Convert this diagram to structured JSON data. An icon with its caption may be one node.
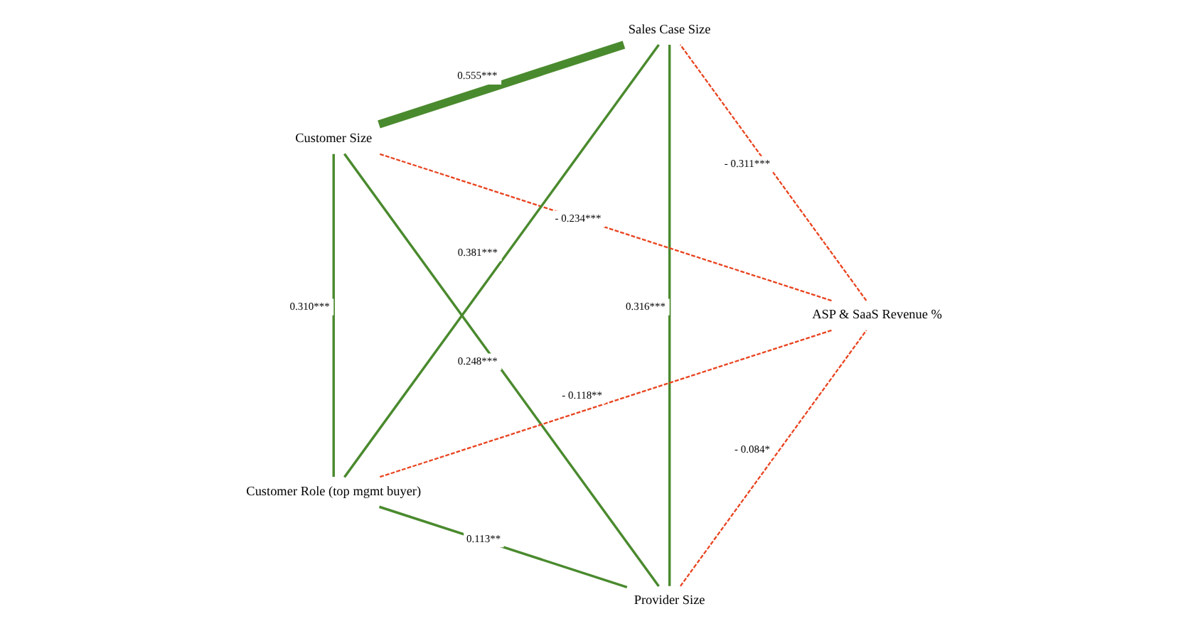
{
  "diagram": {
    "nodes": [
      {
        "text": [
          "Provider Size"
        ]
      },
      {
        "text": [
          "ASP & SaaS Revenue %"
        ]
      },
      {
        "text": [
          "Customer Size"
        ]
      },
      {
        "text": [
          "Sales Case Size"
        ]
      },
      {
        "text": [
          "Customer Role (top mgmt buyer)"
        ]
      }
    ],
    "edges": [
      {
        "from": 0,
        "to": 1,
        "arrow": "none",
        "label": "- 0.084*",
        "style": "dashed",
        "color": "#e8431f"
      },
      {
        "from": 1,
        "to": 2,
        "arrow": "none",
        "label": "- 0.234***",
        "style": "dashed",
        "color": "#e8431f"
      },
      {
        "from": 0,
        "to": 2,
        "arrow": "none",
        "label": "0.248***"
      },
      {
        "from": 0,
        "to": 4,
        "arrow": "none",
        "label": "0.113**"
      },
      {
        "from": 1,
        "to": 4,
        "arrow": "none",
        "label": "- 0.118**",
        "style": "dashed",
        "color": "#e8431f"
      },
      {
        "from": 0,
        "to": 3,
        "arrow": "none",
        "label": "0.316***"
      },
      {
        "from": 1,
        "to": 3,
        "arrow": "none",
        "label": "- 0.311***",
        "style": "dashed",
        "color": "#e8431f"
      },
      {
        "from": 2,
        "to": 3,
        "arrow": "none",
        "label": "0.555***",
        "style": "thick"
      },
      {
        "from": 2,
        "to": 4,
        "arrow": "none",
        "label": "0.310***"
      },
      {
        "from": 4,
        "to": 3,
        "arrow": "none",
        "label": "0.381***"
      }
    ]
  }
}
